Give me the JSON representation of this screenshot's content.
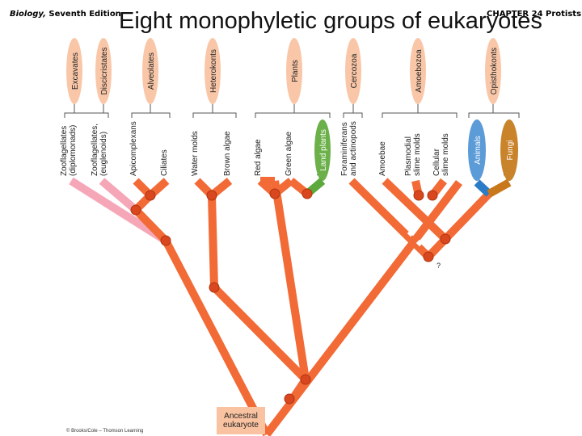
{
  "header": {
    "book_title": "Biology,",
    "book_edition": "Seventh Edition",
    "chapter": "CHAPTER 24 Protists"
  },
  "title": "Eight monophyletic groups of eukaryotes",
  "credit": "© Brooks/Cole – Thomson Learning",
  "root_label": [
    "Ancestral",
    "eukaryote"
  ],
  "question_mark": "?",
  "colors": {
    "branch": "#f26a36",
    "pink_branch": "#f6a7b7",
    "green_branch": "#5da93e",
    "blue_branch": "#2b7cc7",
    "brown_branch": "#c8781a",
    "node": "#d9471f",
    "clade_oval": "#f9c7a8",
    "root_box": "#f9c2a0",
    "animals_oval": "#5b9bd8",
    "fungi_oval": "#c9832a",
    "plants_oval": "#6cb04a"
  },
  "groups": [
    "Excavates",
    "Discicristates",
    "Alveolates",
    "Heterokonts",
    "Plants",
    "Cercozoa",
    "Amoebozoa",
    "Opisthokonts"
  ],
  "taxa": [
    [
      "Zooflagellates",
      "(diplomonads)"
    ],
    [
      "Zooflagellates,",
      "(euglenoids)"
    ],
    [
      "Apicomplexans"
    ],
    [
      "Ciliates"
    ],
    [
      "Water molds"
    ],
    [
      "Brown algae"
    ],
    [
      "Red algae"
    ],
    [
      "Green algae"
    ],
    [
      "Land plants"
    ],
    [
      "Foraminiferans",
      "and actinopods"
    ],
    [
      "Amoebae"
    ],
    [
      "Plasmodial",
      "slime molds"
    ],
    [
      "Cellular",
      "slime molds"
    ],
    [
      "Animals"
    ],
    [
      "Fungi"
    ]
  ]
}
